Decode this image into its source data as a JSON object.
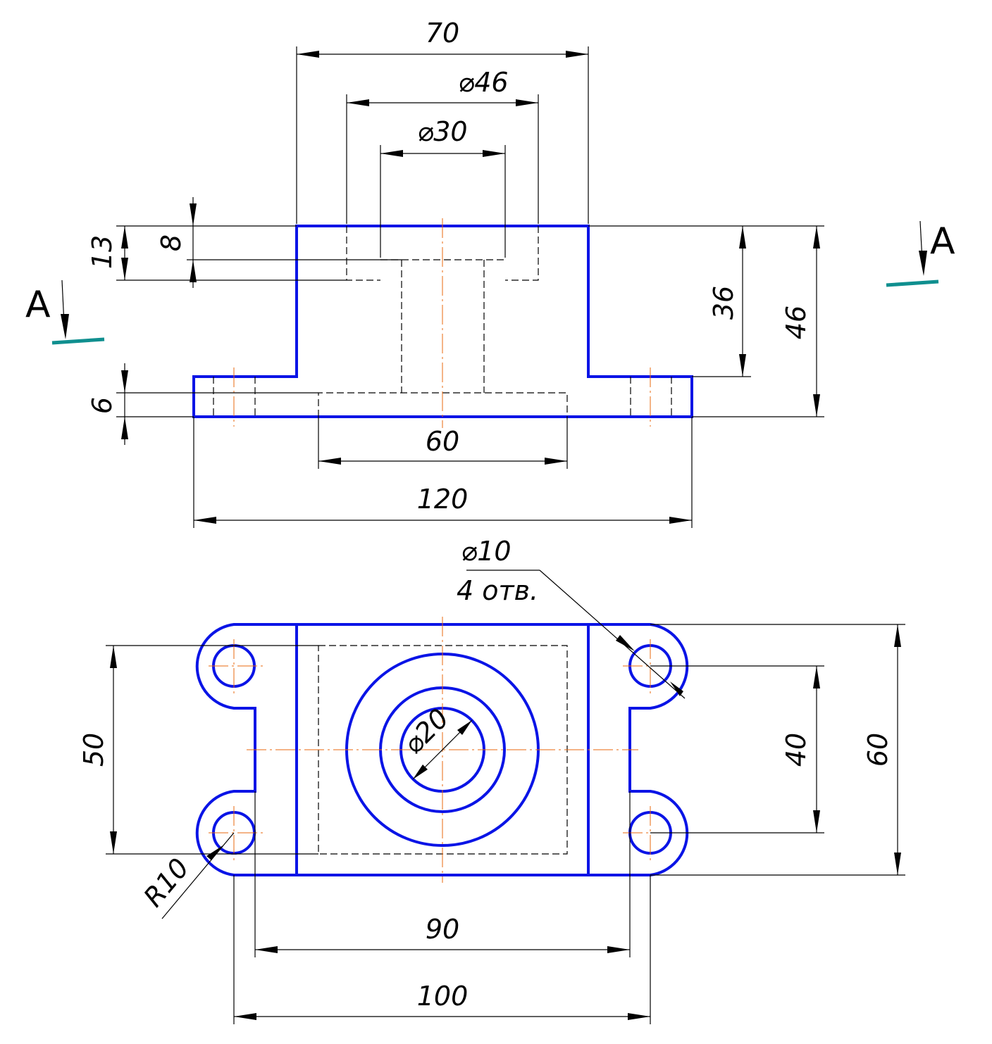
{
  "colors": {
    "outline": "#0a14e6",
    "thin_line": "#000000",
    "center_line": "#e8680f",
    "section_mark": "#0f8f8f",
    "background": "#ffffff"
  },
  "front_view": {
    "dims": {
      "width_70": "70",
      "dia_46": "⌀46",
      "dia_30": "⌀30",
      "height_13": "13",
      "height_8": "8",
      "height_36": "36",
      "height_46": "46",
      "height_6": "6",
      "width_60": "60",
      "width_120": "120"
    }
  },
  "section_marks": {
    "left_label": "A",
    "right_label": "A"
  },
  "top_view": {
    "dims": {
      "hole_dia": "⌀10",
      "hole_count": "4 отв.",
      "dia_20": "⌀20",
      "height_50": "50",
      "height_40": "40",
      "height_60": "60",
      "radius": "R10",
      "width_90": "90",
      "width_100": "100"
    }
  }
}
